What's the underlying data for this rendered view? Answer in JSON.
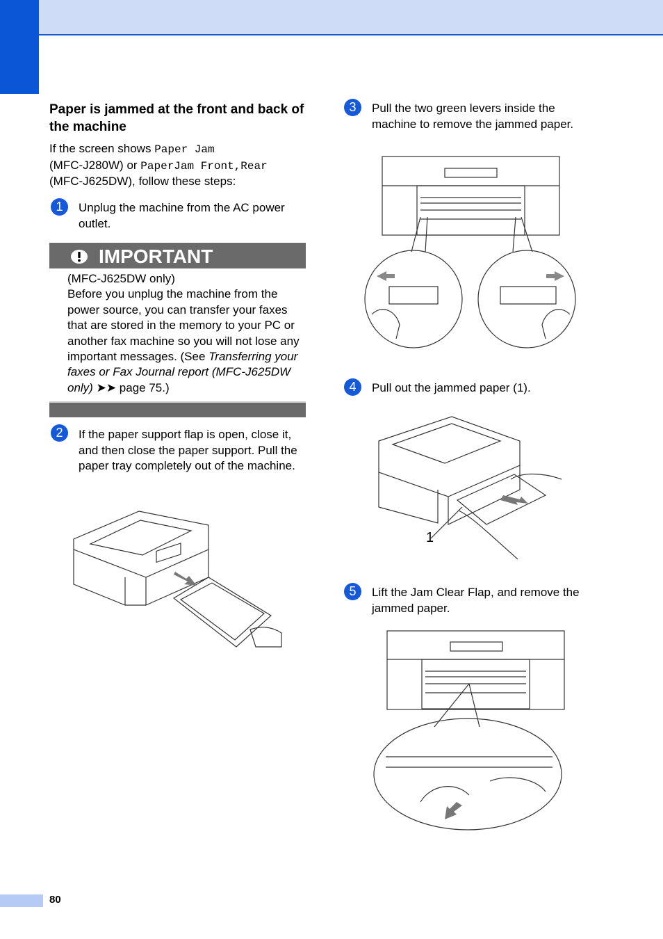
{
  "section": {
    "title": "Paper is jammed at the front and back of the machine",
    "intro_1": "If the screen shows ",
    "intro_code_1": "Paper Jam",
    "intro_2": "(MFC-J280W) or ",
    "intro_code_2": "PaperJam Front,Rear",
    "intro_3": "(MFC-J625DW), follow these steps:"
  },
  "steps": [
    {
      "number": "1",
      "text": "Unplug the machine from the AC power outlet."
    },
    {
      "number": "2",
      "text": "If the paper support flap is open, close it, and then close the paper support. Pull the paper tray completely out of the machine."
    },
    {
      "number": "3",
      "text": "Pull the two green levers inside the machine to remove the jammed paper."
    },
    {
      "number": "4",
      "text": "Pull out the jammed paper (1)."
    },
    {
      "number": "5",
      "text": "Lift the Jam Clear Flap, and remove the jammed paper."
    }
  ],
  "important": {
    "title": "IMPORTANT",
    "model": "(MFC-J625DW only)",
    "body": "Before you unplug the machine from the power source, you can transfer your faxes that are stored in the memory to your PC or another fax machine so you will not lose any important messages. (See ",
    "ref_italic": "Transferring your faxes or Fax Journal report  (MFC-J625DW only)",
    "ref_arrows": " ➤➤ ",
    "ref_page": "page 75.)"
  },
  "figure_labels": {
    "callout_1": "1"
  },
  "page_number": "80",
  "colors": {
    "accent": "#0a56d6",
    "band": "#cfdcf8",
    "important_bar": "#6a6a6a"
  }
}
